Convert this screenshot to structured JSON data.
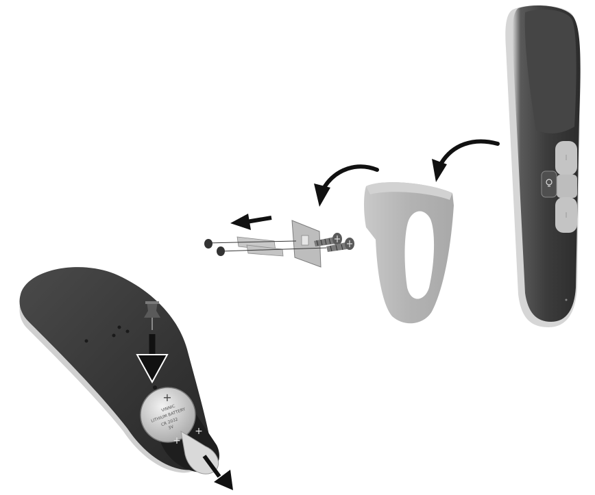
{
  "figure": {
    "colors": {
      "remote_dark": "#3a3a3a",
      "remote_mid": "#4a4a4a",
      "remote_edge": "#cfcfcf",
      "button_grey": "#c4c4c4",
      "holder_grey": "#b9b9b9",
      "arrow": "#111111",
      "battery_silver": "#d9d9d9"
    },
    "battery": {
      "polarity_plus": "+",
      "line1": "VINNIC",
      "line2": "LITHIUM BATTERY",
      "line3": "CR 2032",
      "line4": "3V"
    },
    "remote": {
      "polarity_plus": "+"
    }
  }
}
